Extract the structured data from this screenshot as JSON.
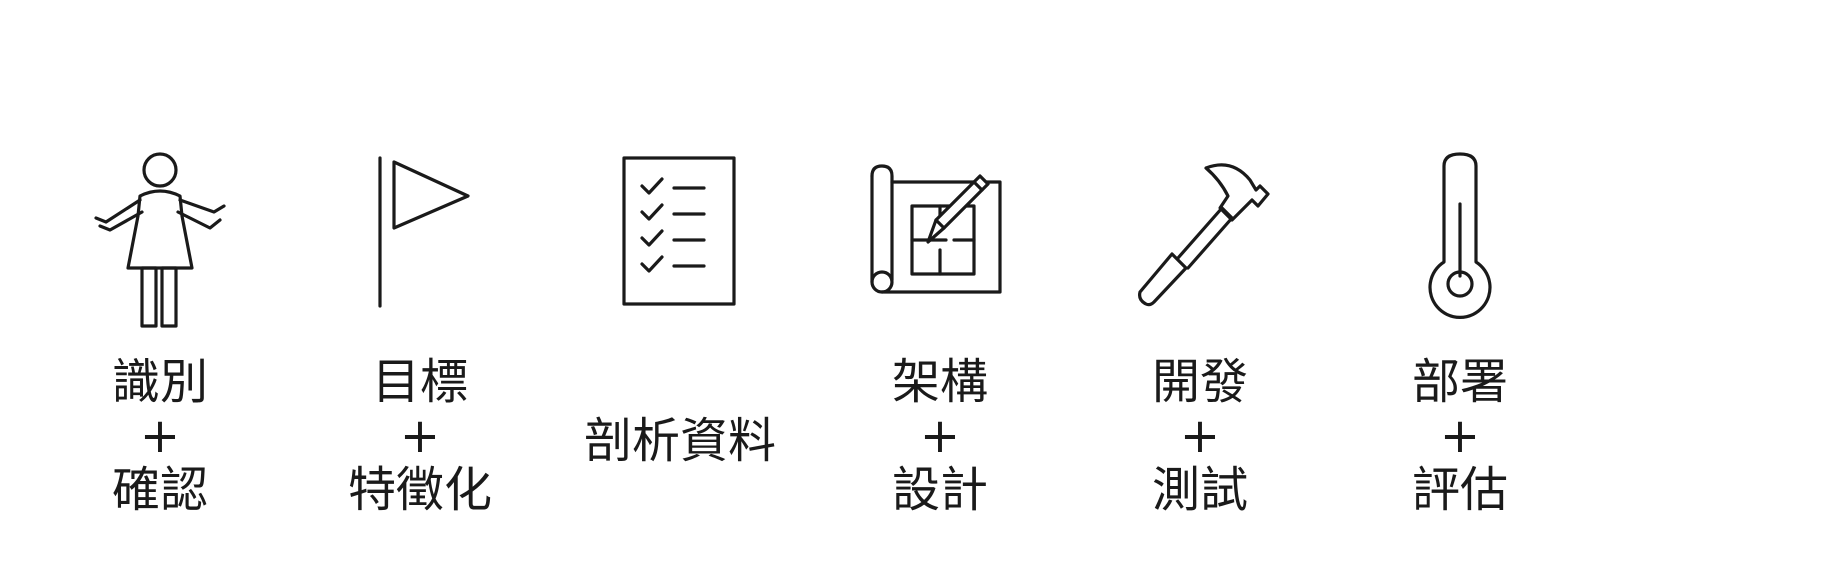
{
  "steps": [
    {
      "icon": "person-shrug-icon",
      "lines": [
        "識別",
        "+",
        "確認"
      ]
    },
    {
      "icon": "flag-icon",
      "lines": [
        "目標",
        "+",
        "特徵化"
      ]
    },
    {
      "icon": "checklist-icon",
      "lines": [
        "剖析資料"
      ]
    },
    {
      "icon": "blueprint-pencil-icon",
      "lines": [
        "架構",
        "+",
        "設計"
      ]
    },
    {
      "icon": "hammer-icon",
      "lines": [
        "開發",
        "+",
        "測試"
      ]
    },
    {
      "icon": "thermometer-icon",
      "lines": [
        "部署",
        "+",
        "評估"
      ]
    }
  ]
}
